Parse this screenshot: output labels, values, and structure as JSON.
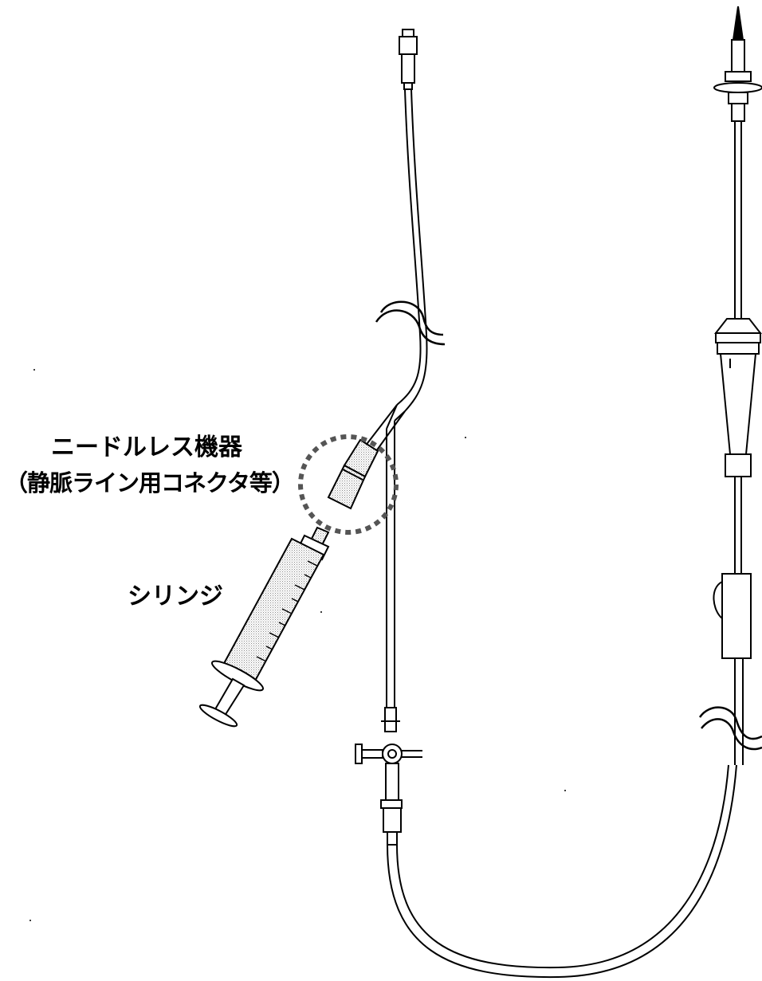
{
  "labels": {
    "needleless_device": "ニードルレス機器",
    "needleless_device_example": "（静脈ライン用コネクタ等）",
    "syringe": "シリンジ"
  }
}
